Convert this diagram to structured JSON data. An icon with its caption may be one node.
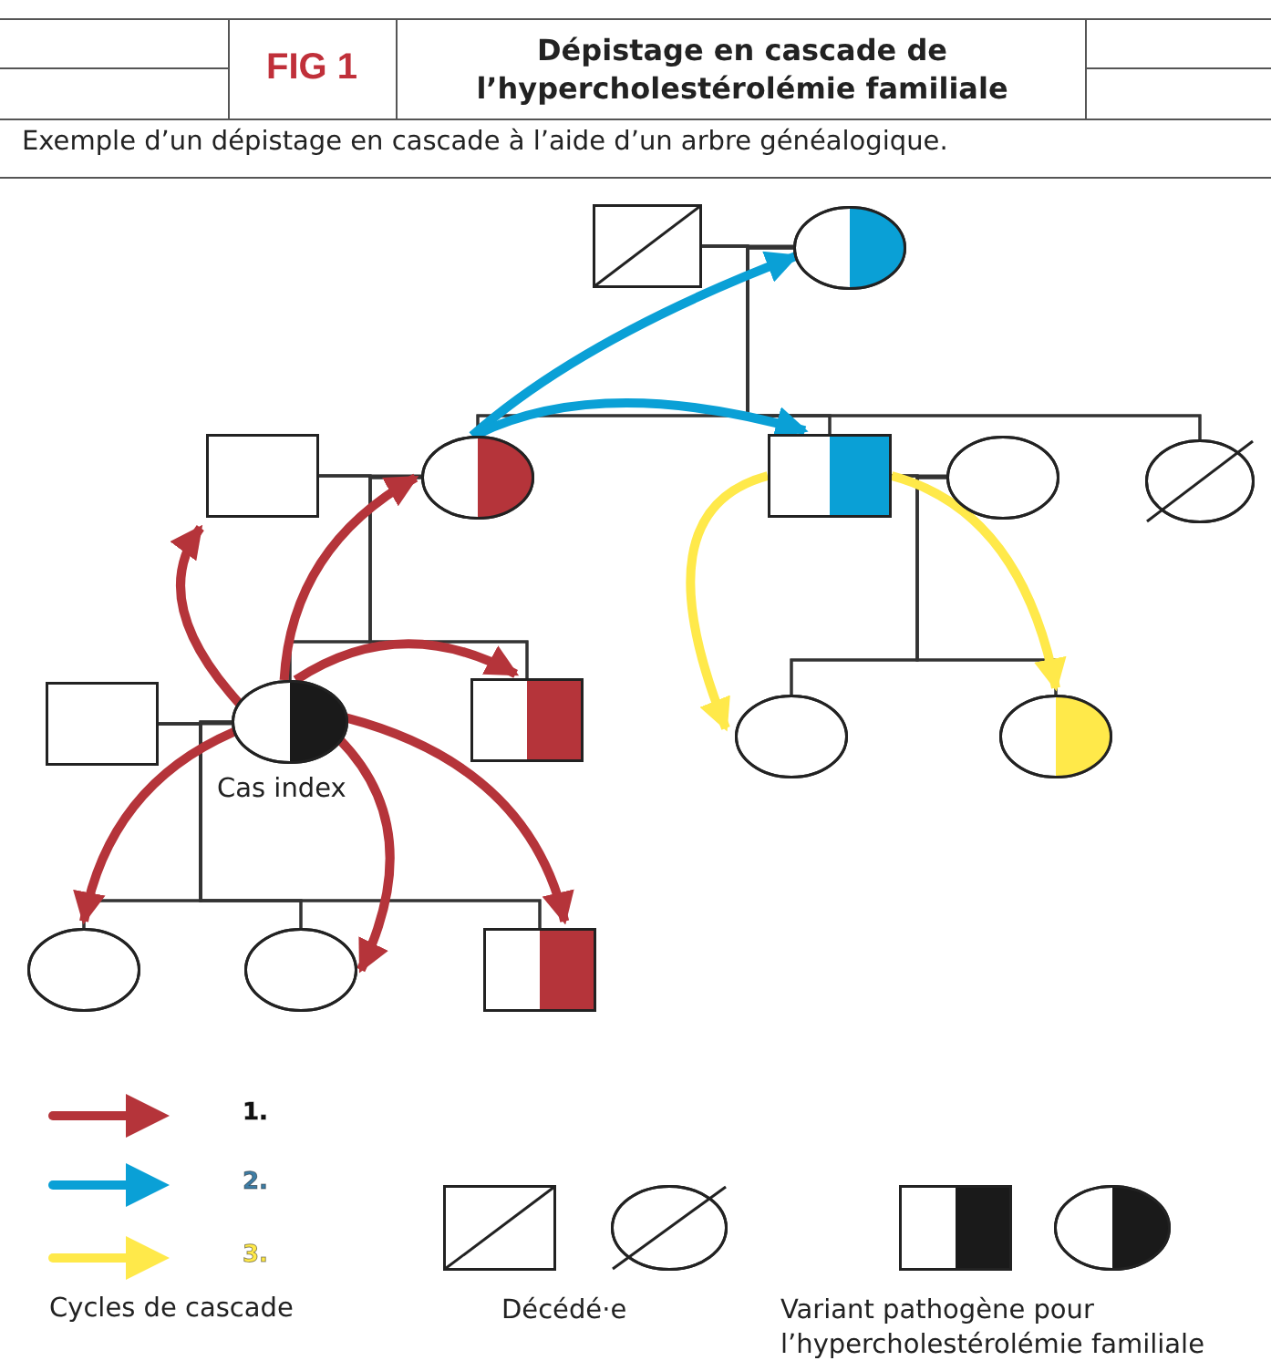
{
  "diagram": {
    "title": "Dépistage en cascade de l’hypercholestérolémie familiale",
    "caption": "Exemple d’un dépistage en cascade à l’aide d’un arbre généalogique.",
    "nodes": [
      {
        "text": [],
        "shape": "box"
      },
      {
        "text": [],
        "shape": "circle"
      },
      {
        "text": [],
        "shape": "box"
      },
      {
        "text": [],
        "shape": "circle"
      },
      {
        "text": [],
        "shape": "box"
      },
      {
        "text": [],
        "shape": "circle"
      },
      {
        "text": [],
        "shape": "circle"
      },
      {
        "text": [],
        "shape": "box"
      },
      {
        "text": [],
        "shape": "circle",
        "beside": [
          "Cas index"
        ]
      },
      {
        "text": [],
        "shape": "box"
      },
      {
        "text": [],
        "shape": "circle"
      },
      {
        "text": [],
        "shape": "circle"
      },
      {
        "text": [],
        "shape": "circle"
      },
      {
        "text": [],
        "shape": "circle"
      },
      {
        "text": [],
        "shape": "box"
      }
    ],
    "edges": [
      {
        "from": 0,
        "to": 1,
        "arrow": "none"
      },
      {
        "from": 0,
        "to": 3,
        "arrow": "none"
      },
      {
        "from": 1,
        "to": 3,
        "arrow": "none"
      },
      {
        "from": 0,
        "to": 4,
        "arrow": "none"
      },
      {
        "from": 1,
        "to": 4,
        "arrow": "none"
      },
      {
        "from": 0,
        "to": 6,
        "arrow": "none"
      },
      {
        "from": 1,
        "to": 6,
        "arrow": "none"
      },
      {
        "from": 2,
        "to": 3,
        "arrow": "none"
      },
      {
        "from": 2,
        "to": 8,
        "arrow": "none"
      },
      {
        "from": 3,
        "to": 8,
        "arrow": "none"
      },
      {
        "from": 2,
        "to": 9,
        "arrow": "none"
      },
      {
        "from": 3,
        "to": 9,
        "arrow": "none"
      },
      {
        "from": 4,
        "to": 5,
        "arrow": "none"
      },
      {
        "from": 4,
        "to": 10,
        "arrow": "none"
      },
      {
        "from": 5,
        "to": 10,
        "arrow": "none"
      },
      {
        "from": 4,
        "to": 11,
        "arrow": "none"
      },
      {
        "from": 5,
        "to": 11,
        "arrow": "none"
      },
      {
        "from": 7,
        "to": 8,
        "arrow": "none"
      },
      {
        "from": 7,
        "to": 12,
        "arrow": "none"
      },
      {
        "from": 8,
        "to": 12,
        "arrow": "none"
      },
      {
        "from": 7,
        "to": 13,
        "arrow": "none"
      },
      {
        "from": 8,
        "to": 13,
        "arrow": "none"
      },
      {
        "from": 7,
        "to": 14,
        "arrow": "none"
      },
      {
        "from": 8,
        "to": 14,
        "arrow": "none"
      },
      {
        "from": 8,
        "to": 2,
        "arrow": "to",
        "style": "thick",
        "color": "#b5343a"
      },
      {
        "from": 8,
        "to": 3,
        "arrow": "to",
        "style": "thick",
        "color": "#b5343a"
      },
      {
        "from": 8,
        "to": 9,
        "arrow": "to",
        "style": "thick",
        "color": "#b5343a"
      },
      {
        "from": 8,
        "to": 12,
        "arrow": "to",
        "style": "thick",
        "color": "#b5343a"
      },
      {
        "from": 8,
        "to": 13,
        "arrow": "to",
        "style": "thick",
        "color": "#b5343a"
      },
      {
        "from": 8,
        "to": 14,
        "arrow": "to",
        "style": "thick",
        "color": "#b5343a"
      },
      {
        "from": 3,
        "to": 1,
        "arrow": "to",
        "style": "thick",
        "color": "#0aa0d6"
      },
      {
        "from": 3,
        "to": 4,
        "arrow": "to",
        "style": "thick",
        "color": "#0aa0d6"
      },
      {
        "from": 4,
        "to": 10,
        "arrow": "to",
        "style": "thick",
        "color": "#ffe94a"
      },
      {
        "from": 4,
        "to": 11,
        "arrow": "to",
        "style": "thick",
        "color": "#ffe94a"
      }
    ],
    "labels": [
      "FIG 1",
      "Cycles de cascade"
    ],
    "legend": [
      {
        "text": "1.",
        "color": "#b5343a"
      },
      {
        "text": "2.",
        "color": "#0aa0d6"
      },
      {
        "text": "3.",
        "color": "#ffe94a"
      },
      {
        "text": "Décédé·e"
      },
      {
        "text": "Variant pathogène pour l’hypercholestérolémie familiale"
      }
    ]
  }
}
